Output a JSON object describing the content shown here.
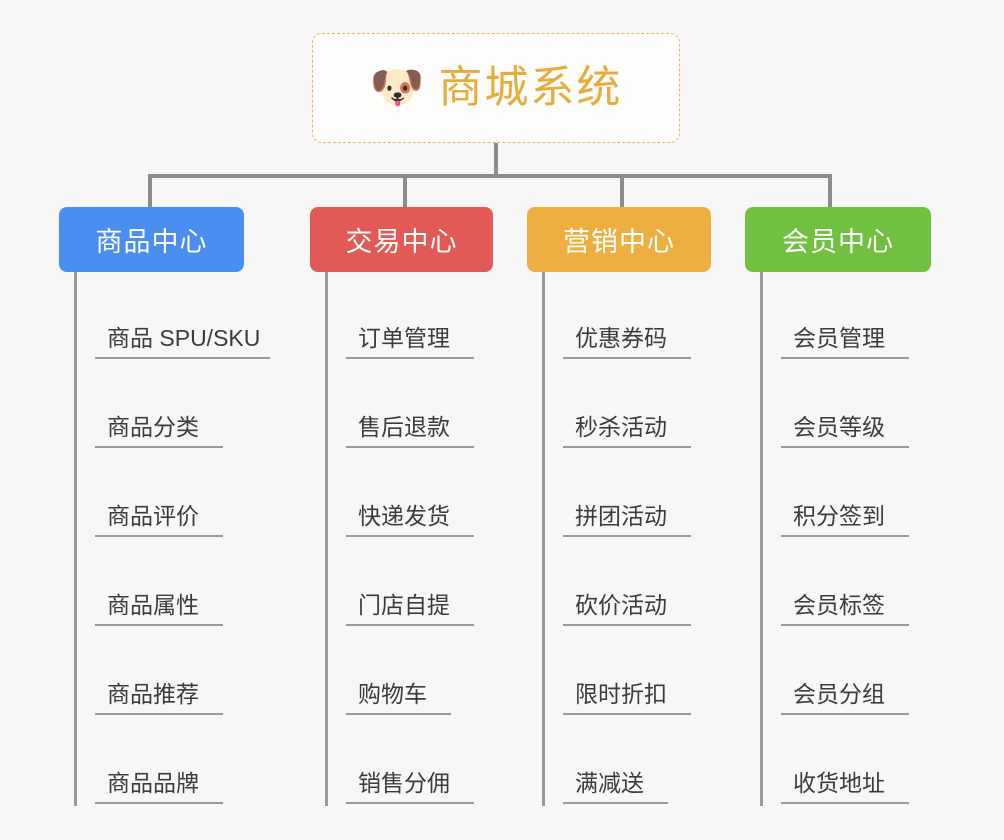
{
  "root": {
    "icon": "shiba-dog-face-icon",
    "icon_glyph": "🐶",
    "title": "商城系统",
    "border_color": "#e8b857",
    "text_color": "#e8ab3c",
    "background": "#fdfdfb"
  },
  "canvas": {
    "background": "#f7f7f7",
    "connector_color": "#8c8c8c",
    "leaf_line_color": "#9a9a9a",
    "leaf_text_color": "#3c3c3c"
  },
  "columns": [
    {
      "id": "product-center",
      "title": "商品中心",
      "color": "#4a8ef0",
      "items": [
        "商品 SPU/SKU",
        "商品分类",
        "商品评价",
        "商品属性",
        "商品推荐",
        "商品品牌"
      ]
    },
    {
      "id": "trade-center",
      "title": "交易中心",
      "color": "#e15a55",
      "items": [
        "订单管理",
        "售后退款",
        "快递发货",
        "门店自提",
        "购物车",
        "销售分佣"
      ]
    },
    {
      "id": "marketing-center",
      "title": "营销中心",
      "color": "#efae40",
      "items": [
        "优惠券码",
        "秒杀活动",
        "拼团活动",
        "砍价活动",
        "限时折扣",
        "满减送"
      ]
    },
    {
      "id": "member-center",
      "title": "会员中心",
      "color": "#72c040",
      "items": [
        "会员管理",
        "会员等级",
        "积分签到",
        "会员标签",
        "会员分组",
        "收货地址"
      ]
    }
  ]
}
